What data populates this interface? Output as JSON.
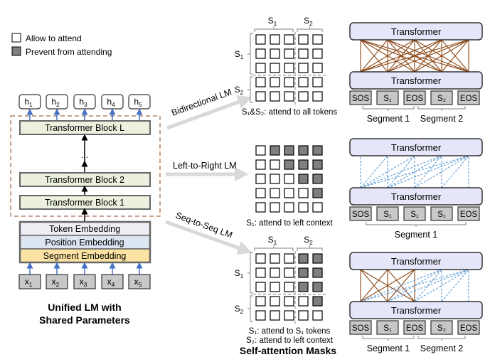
{
  "legend": {
    "allow_label": "Allow to attend",
    "prevent_label": "Prevent from attending"
  },
  "left_model": {
    "outputs": [
      {
        "base": "h",
        "sub": "1"
      },
      {
        "base": "h",
        "sub": "2"
      },
      {
        "base": "h",
        "sub": "3"
      },
      {
        "base": "h",
        "sub": "4"
      },
      {
        "base": "h",
        "sub": "5"
      }
    ],
    "blocks": [
      "Transformer Block L",
      "Transformer Block 2",
      "Transformer Block 1"
    ],
    "ellipsis": "...",
    "embeddings": [
      "Token Embedding",
      "Position Embedding",
      "Segment Embedding"
    ],
    "inputs": [
      {
        "base": "x",
        "sub": "1"
      },
      {
        "base": "x",
        "sub": "2"
      },
      {
        "base": "x",
        "sub": "3"
      },
      {
        "base": "x",
        "sub": "4"
      },
      {
        "base": "x",
        "sub": "5"
      }
    ],
    "caption_line1": "Unified LM with",
    "caption_line2": "Shared Parameters"
  },
  "objectives": [
    {
      "label": "Bidirectional LM"
    },
    {
      "label": "Left-to-Right LM"
    },
    {
      "label": "Seq-to-Seq LM"
    }
  ],
  "masks": [
    {
      "name": "bidirectional",
      "col_groups": [
        {
          "base": "S",
          "sub": "1"
        },
        {
          "base": "S",
          "sub": "2"
        }
      ],
      "row_groups": [
        {
          "base": "S",
          "sub": "1"
        },
        {
          "base": "S",
          "sub": "2"
        }
      ],
      "segmented": true,
      "grid": [
        [
          0,
          0,
          0,
          0,
          0
        ],
        [
          0,
          0,
          0,
          0,
          0
        ],
        [
          0,
          0,
          0,
          0,
          0
        ],
        [
          0,
          0,
          0,
          0,
          0
        ],
        [
          0,
          0,
          0,
          0,
          0
        ]
      ],
      "captions": [
        "S₁&S₂: attend to all tokens"
      ]
    },
    {
      "name": "left-to-right",
      "segmented": false,
      "grid": [
        [
          0,
          1,
          1,
          1,
          1
        ],
        [
          0,
          0,
          1,
          1,
          1
        ],
        [
          0,
          0,
          0,
          1,
          1
        ],
        [
          0,
          0,
          0,
          0,
          1
        ],
        [
          0,
          0,
          0,
          0,
          0
        ]
      ],
      "captions": [
        "S₁: attend to left context"
      ]
    },
    {
      "name": "seq-to-seq",
      "col_groups": [
        {
          "base": "S",
          "sub": "1"
        },
        {
          "base": "S",
          "sub": "2"
        }
      ],
      "row_groups": [
        {
          "base": "S",
          "sub": "1"
        },
        {
          "base": "S",
          "sub": "2"
        }
      ],
      "segmented": true,
      "grid": [
        [
          0,
          0,
          0,
          1,
          1
        ],
        [
          0,
          0,
          0,
          1,
          1
        ],
        [
          0,
          0,
          0,
          1,
          1
        ],
        [
          0,
          0,
          0,
          0,
          1
        ],
        [
          0,
          0,
          0,
          0,
          0
        ]
      ],
      "captions": [
        "S₁: attend to S₁ tokens",
        "S₂: attend to left context"
      ]
    }
  ],
  "masks_caption": "Self-attention Masks",
  "right_panels": [
    {
      "top_label": "Transformer",
      "bottom_label": "Transformer",
      "tokens": [
        "SOS",
        "S₁",
        "EOS",
        "S₂",
        "EOS"
      ],
      "segments": [
        "Segment 1",
        "Segment 2"
      ],
      "connection_style": "full"
    },
    {
      "top_label": "Transformer",
      "bottom_label": "Transformer",
      "tokens": [
        "SOS",
        "S₁",
        "S₁",
        "S₁",
        "EOS"
      ],
      "segments": [
        "Segment 1"
      ],
      "connection_style": "causal"
    },
    {
      "top_label": "Transformer",
      "bottom_label": "Transformer",
      "tokens": [
        "SOS",
        "S₁",
        "EOS",
        "S₂",
        "EOS"
      ],
      "segments": [
        "Segment 1",
        "Segment 2"
      ],
      "connection_style": "seq2seq"
    }
  ],
  "colors": {
    "block_fill": "#ebf1de",
    "token_emb": "#efedf3",
    "position_emb": "#dce6f2",
    "segment_emb": "#fce3a3",
    "token_box": "#c8c8c8",
    "transformer_fill": "#e6e6fa",
    "masked_cell": "#7f7f7f",
    "bidir_line": "#8b4513",
    "causal_line": "#5b9bd5",
    "arrow_blue": "#4472c4",
    "dashed_border": "#8b4513"
  }
}
